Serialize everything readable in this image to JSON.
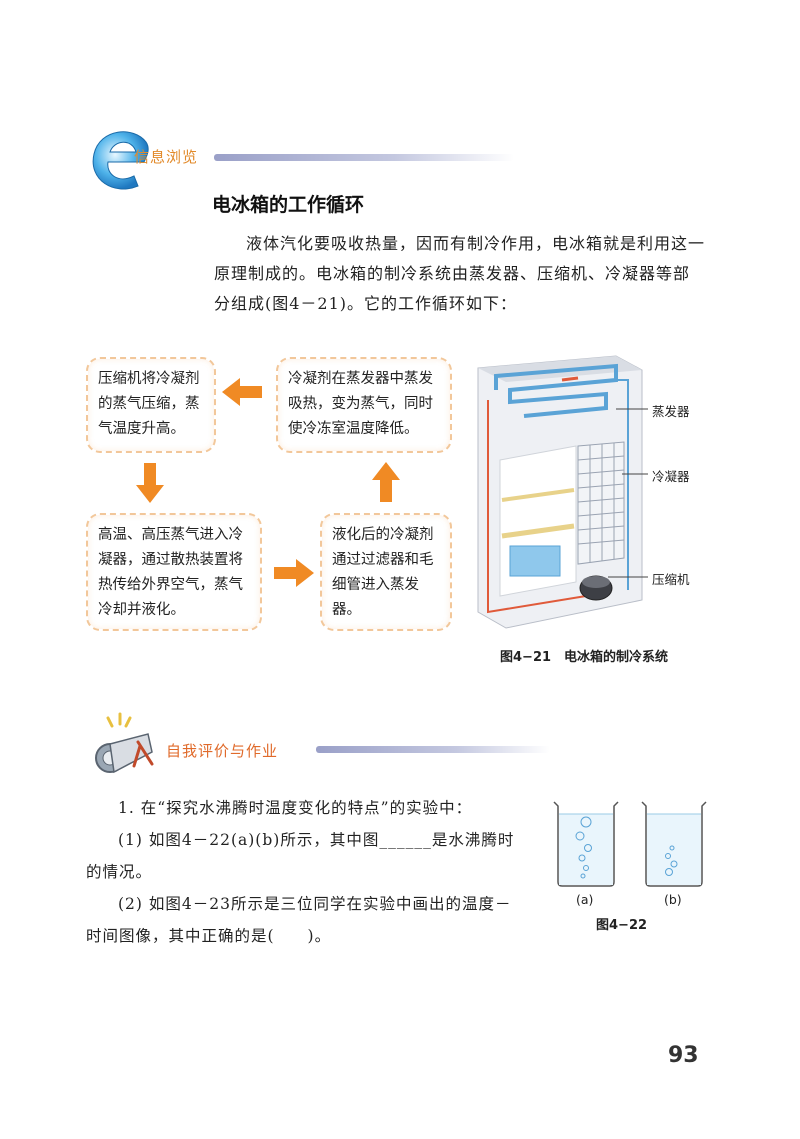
{
  "info_section": {
    "label": "信息浏览"
  },
  "article": {
    "title": "电冰箱的工作循环",
    "paragraph": "液体汽化要吸收热量，因而有制冷作用，电冰箱就是利用这一原理制成的。电冰箱的制冷系统由蒸发器、压缩机、冷凝器等部分组成(图4－21)。它的工作循环如下："
  },
  "flow": {
    "compressor_step": "压缩机将冷凝剂的蒸气压缩，蒸气温度升高。",
    "evaporator_step": "冷凝剂在蒸发器中蒸发吸热，变为蒸气，同时使冷冻室温度降低。",
    "condenser_step": "高温、高压蒸气进入冷凝器，通过散热装置将热传给外界空气，蒸气冷却并液化。",
    "capillary_step": "液化后的冷凝剂通过过滤器和毛细管进入蒸发器。"
  },
  "fridge_figure": {
    "labels": {
      "evaporator": "蒸发器",
      "condenser": "冷凝器",
      "compressor": "压缩机"
    },
    "caption": "图4−21　电冰箱的制冷系统"
  },
  "eval_section": {
    "label": "自我评价与作业"
  },
  "questions": {
    "q1_intro": "1. 在“探究水沸腾时温度变化的特点”的实验中：",
    "q1_part1": "(1) 如图4－22(a)(b)所示，其中图______是水沸腾时的情况。",
    "q1_part2": "(2) 如图4－23所示是三位同学在实验中画出的温度－时间图像，其中正确的是(　　)。"
  },
  "beaker_figure": {
    "label_a": "(a)",
    "label_b": "(b)",
    "caption": "图4−22"
  },
  "page_number": "93",
  "colors": {
    "accent_orange": "#f08a24",
    "header_bar": "#9aa0c8",
    "box_border": "#f2c79a"
  }
}
